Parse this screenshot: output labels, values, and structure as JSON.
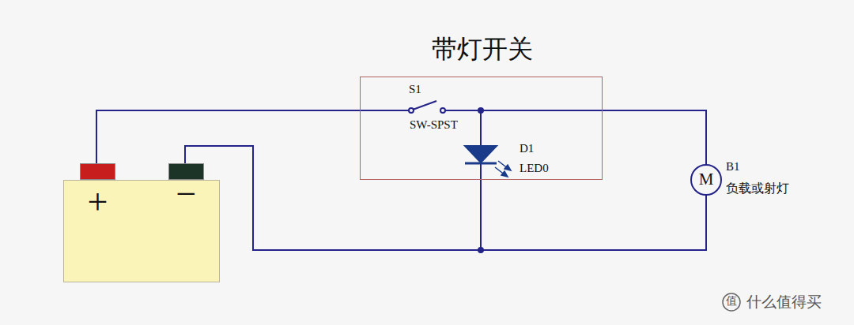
{
  "diagram": {
    "nodes": [
      {
        "text": [
          "+",
          "−"
        ]
      },
      {
        "text": [
          "带灯开关"
        ]
      },
      {
        "text": [
          "M"
        ]
      }
    ],
    "edges": [
      {
        "from": 0,
        "to": 1,
        "arrow": "none"
      },
      {
        "from": 1,
        "to": 2,
        "arrow": "none"
      },
      {
        "from": 0,
        "to": 2,
        "arrow": "none"
      }
    ],
    "labels": [
      "S1",
      "SW-SPST",
      "D1",
      "LED0",
      "B1",
      "负载或射灯",
      "值",
      "什么值得买"
    ]
  }
}
